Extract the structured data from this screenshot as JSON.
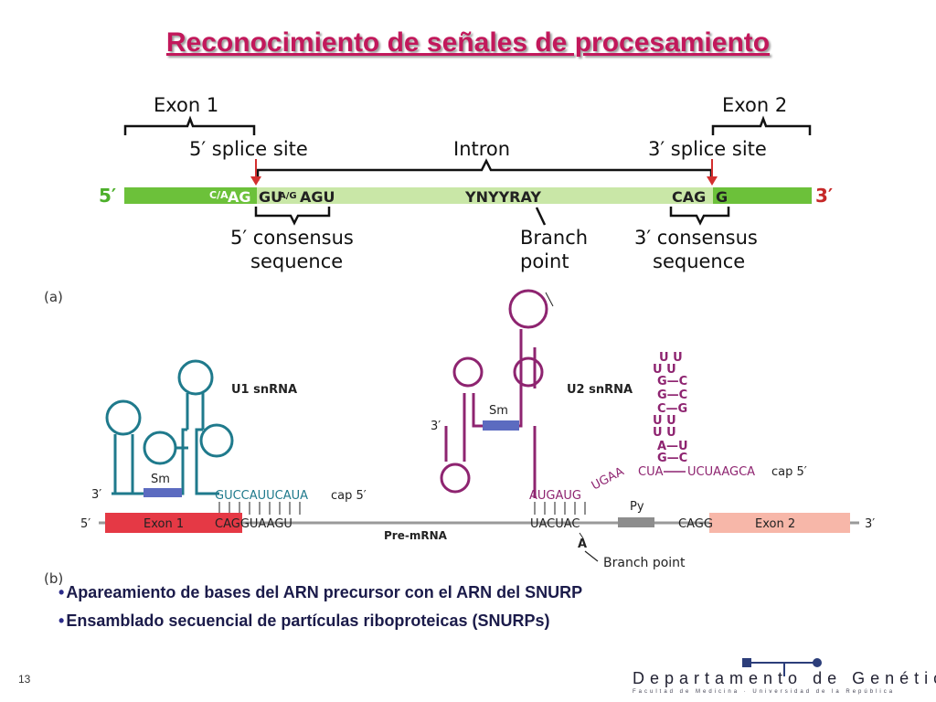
{
  "title": "Reconocimiento de señales de procesamiento",
  "panel_a": {
    "exon1": "Exon 1",
    "exon2": "Exon 2",
    "five_splice": "5′ splice site",
    "intron": "Intron",
    "three_splice": "3′ splice site",
    "five_end": "5′",
    "three_end": "3′",
    "seq_ca": "C/A",
    "seq_ag": "AG",
    "seq_gu": "GU",
    "seq_ag_small": "A/G",
    "seq_agu": "AGU",
    "seq_ynyyray": "YNYYRAY",
    "seq_cag": "CAG",
    "seq_g": "G",
    "five_consensus_l1": "5′ consensus",
    "five_consensus_l2": "sequence",
    "branch_l1": "Branch",
    "branch_l2": "point",
    "three_consensus_l1": "3′ consensus",
    "three_consensus_l2": "sequence",
    "panel_label": "(a)"
  },
  "panel_b": {
    "u1_label": "U1 snRNA",
    "u2_label": "U2 snRNA",
    "sm1": "Sm",
    "sm2": "Sm",
    "three_prime_u1": "3′",
    "three_prime_u2": "3′",
    "u1_seq": "GUCCAUUCAUA",
    "cap1": "cap 5′",
    "cap2": "cap 5′",
    "five_pre": "5′",
    "exon1_box": "Exon 1",
    "cagguaagu": "CAGGUAAGU",
    "pre_mrna": "Pre-mRNA",
    "uacuac": "UACUAC",
    "branch_a": "A",
    "py": "Py",
    "cagg": "CAGG",
    "exon2_box": "Exon 2",
    "three_pre": "3′",
    "augaug": "AUGAUG",
    "ugaa": "UGAA",
    "cua": "CUA",
    "ucuaagca": "UCUAAGCA",
    "branch_point": "Branch point",
    "hairpin_rows": [
      "U U",
      "U   U",
      "G—C",
      "G—C",
      "C—G",
      "U   U",
      "U   U",
      "A—U",
      "G—C"
    ],
    "panel_label_b": "(b)"
  },
  "bullets": [
    "Apareamiento de bases del ARN precursor con el ARN del SNURP",
    "Ensamblado secuencial de partículas riboproteicas (SNURPs)"
  ],
  "page_number": "13",
  "logo": {
    "name": "Departamento de Genética",
    "subtitle": "Facultad de Medicina · Universidad de la República"
  }
}
